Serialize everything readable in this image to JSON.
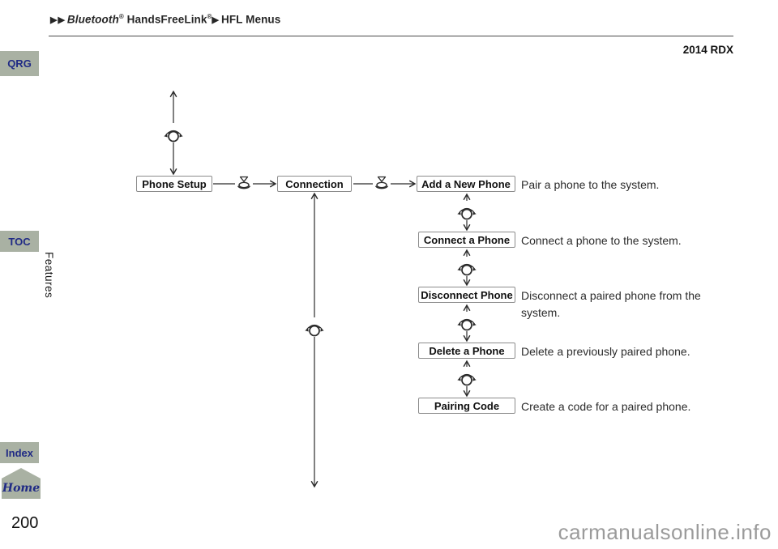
{
  "page": {
    "page_number": "200",
    "model_badge": "2014 RDX",
    "watermark": "carmanualsonline.info"
  },
  "breadcrumb": {
    "arrows": "▶▶",
    "bluetooth": "Bluetooth",
    "reg1": "®",
    "handsfreelink": "HandsFreeLink",
    "reg2": "®",
    "separator": "▶",
    "section": "HFL Menus"
  },
  "sidebar": {
    "tabs": [
      {
        "label": "QRG"
      },
      {
        "label": "TOC"
      },
      {
        "label": "Index"
      }
    ],
    "vertical_label": "Features",
    "home_label": "Home"
  },
  "diagram": {
    "root": {
      "label": "Phone Setup"
    },
    "level2": {
      "label": "Connection"
    },
    "items": [
      {
        "label": "Add a New Phone",
        "desc": "Pair a phone to the system."
      },
      {
        "label": "Connect a Phone",
        "desc": "Connect a phone to the system."
      },
      {
        "label": "Disconnect Phone",
        "desc": "Disconnect a paired phone from the system."
      },
      {
        "label": "Delete a Phone",
        "desc": "Delete a previously paired phone."
      },
      {
        "label": "Pairing Code",
        "desc": "Create a code for a paired phone."
      }
    ],
    "icons": {
      "rotate": "rotate-knob-icon",
      "press": "press-knob-icon"
    }
  },
  "colors": {
    "tab_background": "#a9b1a3",
    "tab_text_navy": "#202a85",
    "line_dark": "#2b2b2b",
    "box_border_gray": "#8c8c8c",
    "watermark_gray": "#9b9b9b"
  }
}
